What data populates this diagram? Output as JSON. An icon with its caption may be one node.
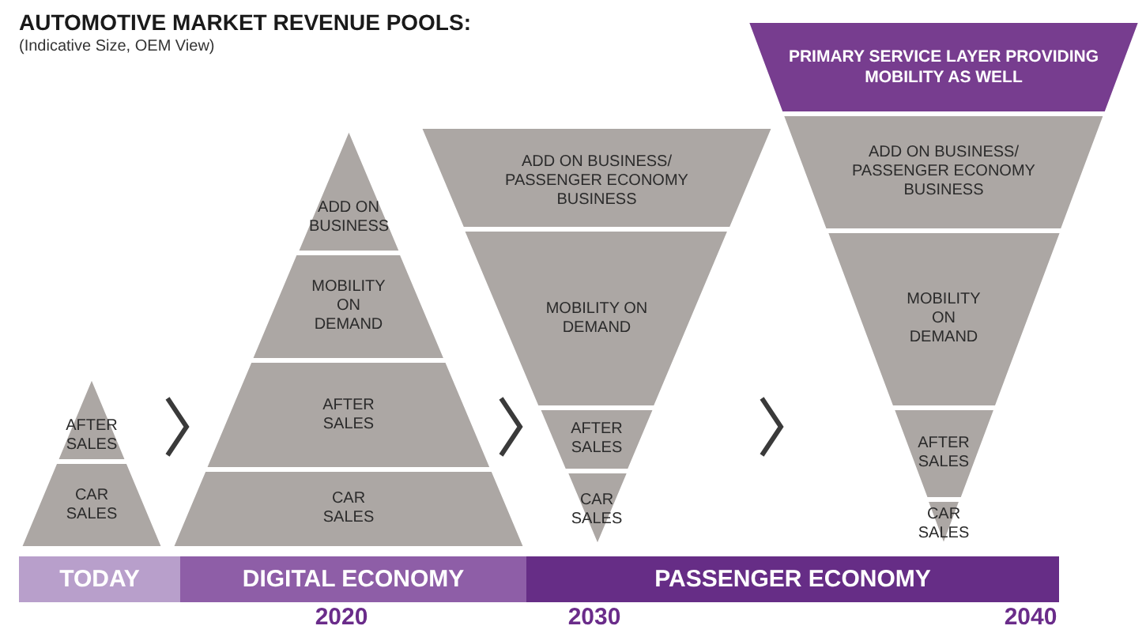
{
  "diagram": {
    "title": "AUTOMOTIVE MARKET REVENUE POOLS:",
    "nodes": [
      {
        "text": [],
        "shape": "triangle"
      },
      {
        "text": [
          "AFTER SALES"
        ],
        "in": 0
      },
      {
        "text": [
          "CAR SALES"
        ],
        "in": 0
      },
      {
        "text": [],
        "shape": "triangle"
      },
      {
        "text": [
          "ADD ON BUSINESS"
        ],
        "in": 3
      },
      {
        "text": [
          "MOBILITY ON DEMAND"
        ],
        "in": 3
      },
      {
        "text": [
          "AFTER SALES"
        ],
        "in": 3
      },
      {
        "text": [
          "CAR SALES"
        ],
        "in": 3
      },
      {
        "text": [],
        "shape": "triangle"
      },
      {
        "text": [
          "ADD ON BUSINESS/ PASSENGER ECONOMY BUSINESS"
        ],
        "in": 8
      },
      {
        "text": [
          "MOBILITY ON DEMAND"
        ],
        "in": 8
      },
      {
        "text": [
          "AFTER SALES"
        ],
        "in": 8
      },
      {
        "text": [
          "CAR SALES"
        ],
        "in": 8
      },
      {
        "text": [],
        "shape": "triangle"
      },
      {
        "text": [
          "PRIMARY SERVICE LAYER PROVIDING MOBILITY AS WELL"
        ],
        "in": 13
      },
      {
        "text": [
          "ADD ON BUSINESS/ PASSENGER ECONOMY BUSINESS"
        ],
        "in": 13
      },
      {
        "text": [
          "MOBILITY ON DEMAND"
        ],
        "in": 13
      },
      {
        "text": [
          "AFTER SALES"
        ],
        "in": 13
      },
      {
        "text": [
          "CAR SALES"
        ],
        "in": 13
      },
      {
        "text": [
          "TODAY"
        ]
      },
      {
        "text": [
          "DIGITAL ECONOMY"
        ]
      },
      {
        "text": [
          "PASSENGER ECONOMY"
        ]
      }
    ],
    "labels": [
      "(Indicative Size, OEM View)",
      "2020",
      "2030",
      "2040"
    ]
  }
}
